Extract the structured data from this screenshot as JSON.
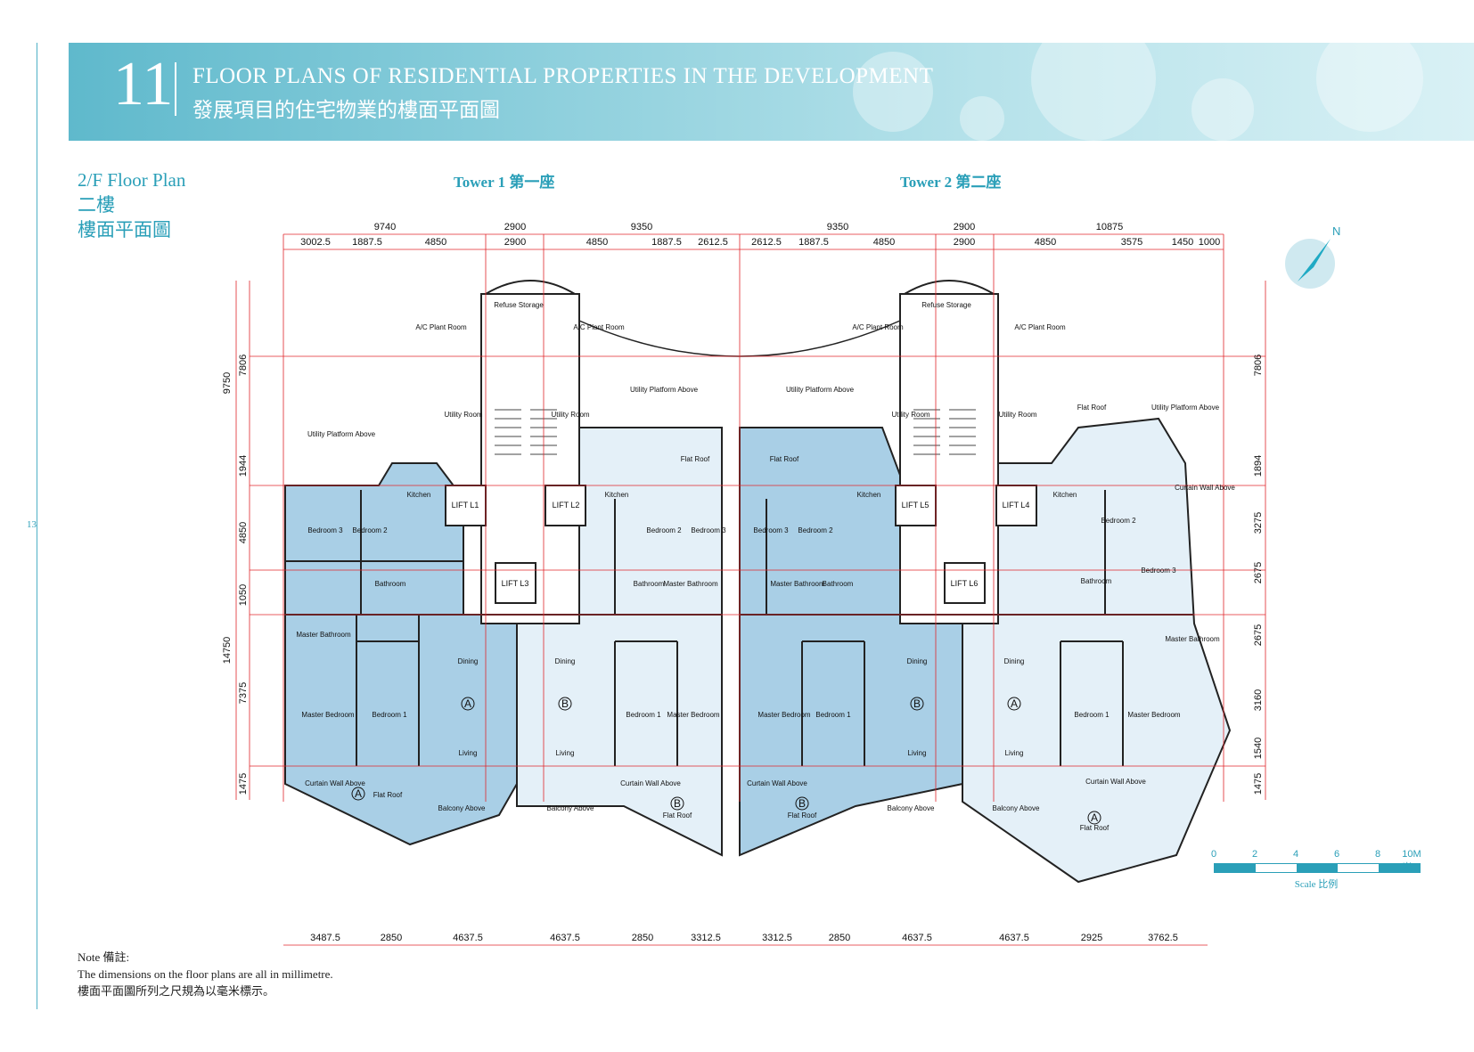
{
  "page": {
    "number": "13"
  },
  "header": {
    "section_number": "11",
    "title_en": "FLOOR PLANS OF RESIDENTIAL PROPERTIES IN THE DEVELOPMENT",
    "title_zh": "發展項目的住宅物業的樓面平面圖"
  },
  "plan": {
    "title_en": "2/F Floor Plan",
    "title_zh_1": "二樓",
    "title_zh_2": "樓面平面圖",
    "tower1": "Tower 1  第一座",
    "tower2": "Tower 2  第二座",
    "compass": "N"
  },
  "dimensions": {
    "top_outer": [
      "9740",
      "2900",
      "9350",
      "9350",
      "2900",
      "10875"
    ],
    "top_inner": [
      "3002.5",
      "1887.5",
      "4850",
      "2900",
      "4850",
      "1887.5",
      "2612.5",
      "2612.5",
      "1887.5",
      "4850",
      "2900",
      "4850",
      "3575",
      "1450",
      "1000"
    ],
    "bottom": [
      "3487.5",
      "2850",
      "4637.5",
      "4637.5",
      "2850",
      "3312.5",
      "3312.5",
      "2850",
      "4637.5",
      "4637.5",
      "2925",
      "3762.5"
    ],
    "left_outer": [
      "9750",
      "14750"
    ],
    "left_inner": [
      "7806",
      "1944",
      "4850",
      "1050",
      "7375",
      "1475"
    ],
    "right": [
      "7806",
      "1894",
      "3275",
      "2675",
      "2675",
      "3160",
      "1540",
      "1475"
    ]
  },
  "rooms": {
    "refuse": "Refuse Storage",
    "ac_plant": "A/C Plant Room",
    "utility_room": "Utility Room",
    "utility_platform": "Utility Platform Above",
    "kitchen": "Kitchen",
    "lift_l1": "LIFT L1",
    "lift_l2": "LIFT L2",
    "lift_l3": "LIFT L3",
    "lift_l4": "LIFT L4",
    "lift_l5": "LIFT L5",
    "lift_l6": "LIFT L6",
    "bedroom1": "Bedroom 1",
    "bedroom2": "Bedroom 2",
    "bedroom3": "Bedroom 3",
    "master_bedroom": "Master Bedroom",
    "bathroom": "Bathroom",
    "master_bathroom": "Master Bathroom",
    "dining": "Dining",
    "living": "Living",
    "flat_roof": "Flat Roof",
    "balcony": "Balcony Above",
    "curtain_wall": "Curtain Wall Above",
    "unit_a": "A",
    "unit_b": "B"
  },
  "scale": {
    "ticks": [
      "0",
      "2",
      "4",
      "6",
      "8",
      "10M米"
    ],
    "label": "Scale 比例"
  },
  "note": {
    "heading": "Note 備註:",
    "line_en": "The dimensions on the floor plans are all in millimetre.",
    "line_zh": "樓面平面圖所列之尺規為以毫米標示。"
  },
  "colors": {
    "accent": "#2a9fb8",
    "unit_a_fill": "#a9cfe6",
    "unit_b_fill": "#e4f0f8",
    "dimension_red": "#e0262b"
  }
}
